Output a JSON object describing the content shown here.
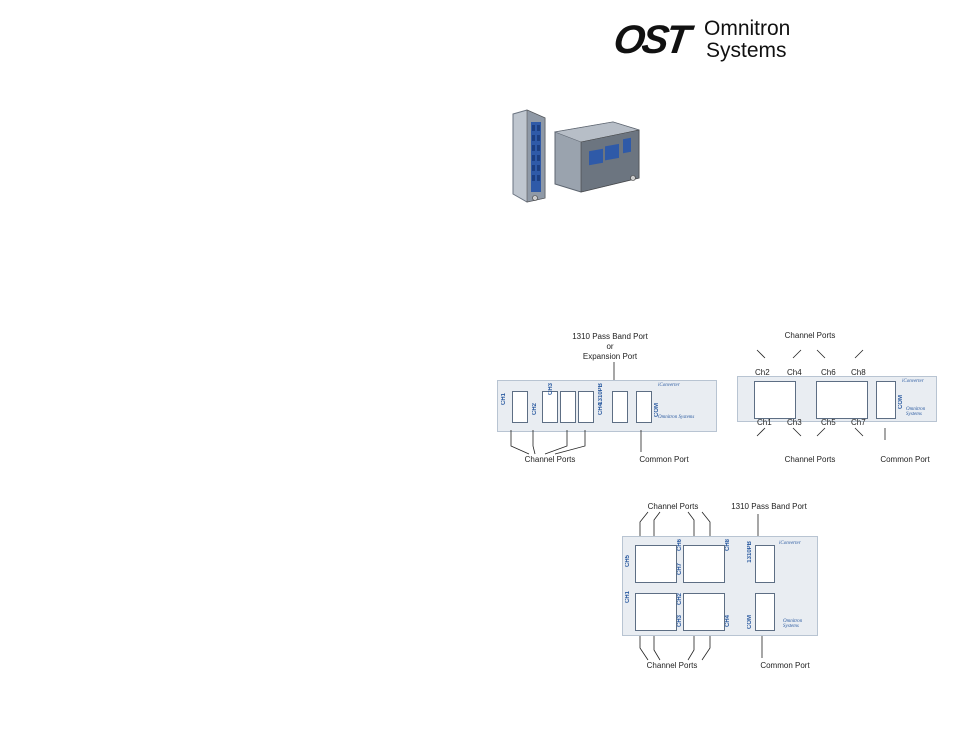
{
  "logo": {
    "mark": "OST",
    "line1": "Omnitron",
    "line2": "Systems"
  },
  "product_photo": {
    "icon": "product-photo"
  },
  "diagram_a": {
    "top_label_1": "1310 Pass Band Port",
    "top_label_2": "or",
    "top_label_3": "Expansion Port",
    "bottom_left": "Channel Ports",
    "bottom_right": "Common Port",
    "ports": [
      "CH1",
      "CH2",
      "CH3",
      "CH4",
      "1310PB",
      "COM"
    ],
    "brand_1": "iConverter",
    "brand_2": "Omnitron Systems"
  },
  "diagram_b": {
    "top_label": "Channel Ports",
    "top_channels": [
      "Ch2",
      "Ch4",
      "Ch6",
      "Ch8"
    ],
    "bottom_channels": [
      "Ch1",
      "Ch3",
      "Ch5",
      "Ch7"
    ],
    "bottom_left": "Channel Ports",
    "bottom_right": "Common Port",
    "brand_1": "iConverter",
    "brand_2": "Omnitron Systems",
    "com": "COM"
  },
  "diagram_c": {
    "top_left": "Channel Ports",
    "top_right": "1310 Pass Band Port",
    "bottom_left": "Channel Ports",
    "bottom_right": "Common Port",
    "ports": [
      "CH5",
      "CH6",
      "CH7",
      "CH8",
      "CH1",
      "CH2",
      "CH3",
      "CH4",
      "1310PB",
      "COM"
    ],
    "brand_1": "iConverter",
    "brand_2": "Omnitron Systems"
  }
}
